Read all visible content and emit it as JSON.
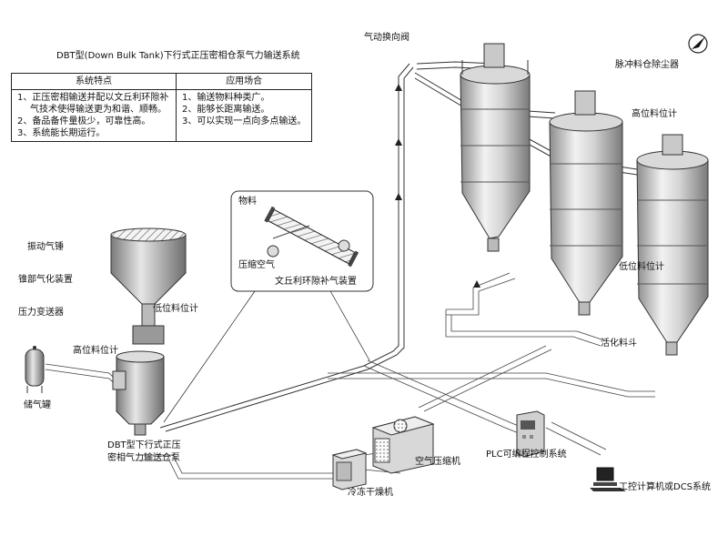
{
  "title": "DBT型(Down Bulk Tank)下行式正压密相仓泵气力输送系统",
  "features_table": {
    "headers": [
      "系统特点",
      "应用场合"
    ],
    "features": [
      "1、正压密相输送并配以文丘利环隙补",
      "气技术使得输送更为和谐、顺畅。",
      "2、备品备件量极少，可靠性高。",
      "3、系统能长期运行。"
    ],
    "applications": [
      "1、输送物料种类广。",
      "2、能够长距离输送。",
      "3、可以实现一点向多点输送。"
    ]
  },
  "labels": {
    "pneumatic_valve": "气动换向阀",
    "pulse_dust_collector": "脉冲料仓除尘器",
    "high_level_gauge_silo": "高位料位计",
    "low_level_gauge_silo": "低位料位计",
    "fluidizing_hopper": "活化料斗",
    "material": "物料",
    "compressed_air": "压缩空气",
    "venturi_device": "文丘利环隙补气装置",
    "vibrator": "振动气锤",
    "cone_aerator": "锥部气化装置",
    "pressure_transmitter": "压力变送器",
    "low_level_gauge_pump": "低位料位计",
    "high_level_gauge_pump": "高位料位计",
    "air_receiver": "储气罐",
    "pump_line1": "DBT型下行式正压",
    "pump_line2": "密相气力输送仓泵",
    "air_compressor": "空气压缩机",
    "dryer": "冷冻干燥机",
    "plc": "PLC可编程控制系统",
    "computer": "工控计算机或DCS系统"
  },
  "icons": [
    "north-arrow-icon",
    "silo-icon",
    "pump-icon",
    "compressor-icon",
    "dryer-icon",
    "plc-cabinet-icon",
    "computer-icon",
    "air-tank-icon"
  ]
}
